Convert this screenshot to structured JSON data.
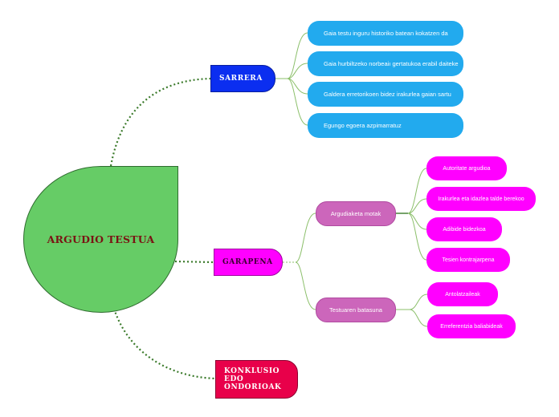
{
  "root": {
    "label": "ARGUDIO TESTUA"
  },
  "sarrera": {
    "label": "SARRERA",
    "items": [
      "Gaia testu inguru historiko batean kokatzen da",
      "Gaia hurbiltzeko norbeaiı gertatukoa erabil daiteke",
      "Galdera erretorikoen bidez irakurlea gaian sartu",
      "Egungo egoera azpimarratuz"
    ]
  },
  "garapena": {
    "label": "GARAPENA",
    "argudio_motak": {
      "label": "Argudiaketa motak",
      "items": [
        "Autoritate argudioa",
        "Irakurlea eta idazlea talde berekoo",
        "Adibide bidezkoa",
        "Tesien kontrajarpena"
      ]
    },
    "testu_batasuna": {
      "label": "Testuaren batasuna",
      "items": [
        "Antolatzaileak",
        "Erreferentzia baliabideak"
      ]
    }
  },
  "konklusio": {
    "label": "KONKLUSIO EDO ONDORIOAK"
  },
  "colors": {
    "root": "#66cc66",
    "sarrera": "#0b2ef0",
    "garapena": "#ff00ff",
    "konklusio": "#e8004a",
    "blue_leaf": "#22aaee",
    "purple_sub": "#cc66bb",
    "connector_dotted": "#3a7a2a",
    "connector_thin": "#8bbf6a"
  }
}
